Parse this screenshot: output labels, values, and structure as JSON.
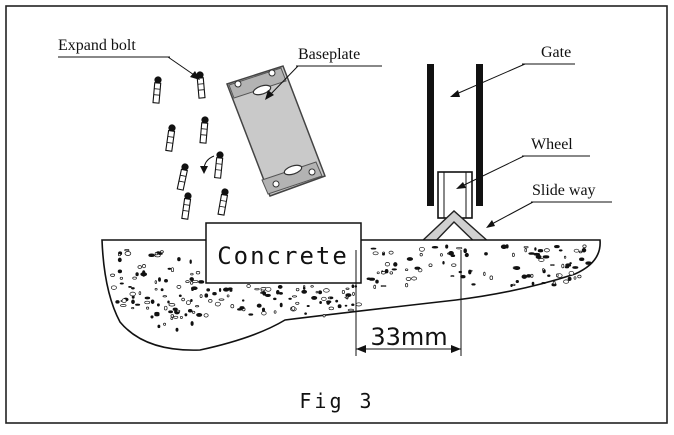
{
  "labels": {
    "expand_bolt": "Expand bolt",
    "baseplate": "Baseplate",
    "gate": "Gate",
    "wheel": "Wheel",
    "slide_way": "Slide way",
    "concrete": "Concrete",
    "dimension": "33mm",
    "caption": "Fig 3"
  }
}
